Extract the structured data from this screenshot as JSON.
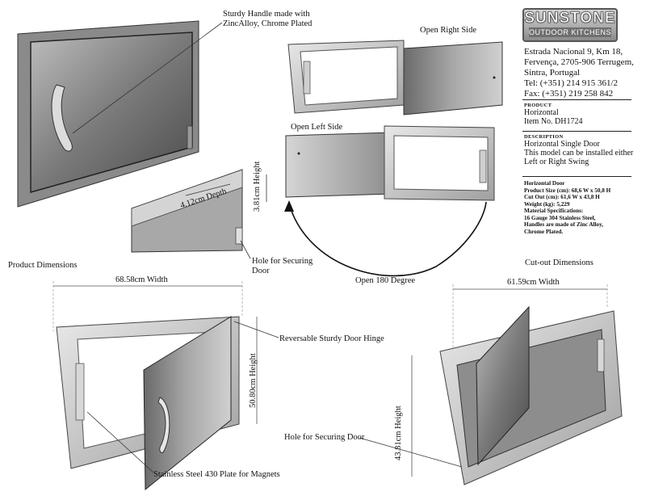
{
  "logo": {
    "brand": "SUNSTONE",
    "sub": "OUTDOOR KITCHENS"
  },
  "address": {
    "line1": "Estrada Nacional 9, Km 18,",
    "line2": "Fervença, 2705-906 Terrugem,",
    "line3": "Sintra, Portugal",
    "tel": "Tel: (+351) 214 915 361/2",
    "fax": "Fax: (+351) 219 258 842"
  },
  "product": {
    "heading": "PRODUCT",
    "type": "Horizontal",
    "item": "Item No. DH1724"
  },
  "description": {
    "heading": "DESCRIPTION",
    "title": "Horizontal Single Door",
    "line1": "This model can be installed either",
    "line2": "Left or Right Swing"
  },
  "specs": {
    "title": "Horizontal Door",
    "size": "Product Size (cm): 68,6 W x 50,8 H",
    "cutout": "Cut Out (cm): 61,6 W x 43,8 H",
    "weight": "Weight (kg): 5,229",
    "material_title": "Material Specifications:",
    "material1": "16 Gauge 304 Stainless Steel,",
    "material2": "Handles are made of Zinc Alloy,",
    "material3": "Chrome Plated."
  },
  "labels": {
    "handle1": "Sturdy Handle made with",
    "handle2": "ZincAlloy, Chrome Plated",
    "open_right": "Open Right Side",
    "open_left": "Open Left Side",
    "height_381": "3.81cm Height",
    "depth_412": "4.12cm Depth",
    "hole_secure1": "Hole for Securing",
    "hole_secure2": "Door",
    "open_180": "Open 180 Degree",
    "product_dims": "Product Dimensions",
    "cutout_dims": "Cut-out Dimensions",
    "width_6858": "68.58cm  Width",
    "height_5080": "50.80cm  Height",
    "hinge": "Reversable Sturdy Door Hinge",
    "plate": "Stainless Steel 430 Plate for Magnets",
    "width_6159": "61.59cm  Width",
    "height_4381": "43.81cm  Height",
    "hole_secure_door": "Hole for Securing Door"
  }
}
